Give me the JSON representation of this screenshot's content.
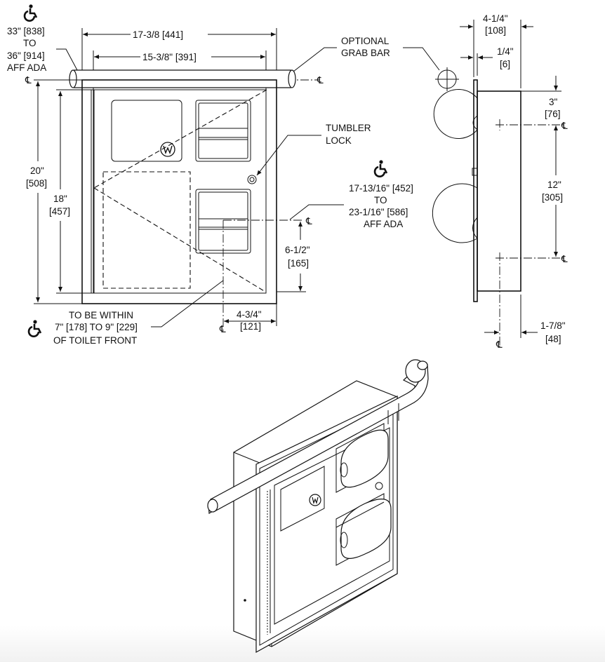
{
  "front_view": {
    "ada_height": [
      "33\" [838]",
      "TO",
      "36\" [914]",
      "AFF ADA"
    ],
    "overall_width": "17-3/8 [441]",
    "inner_width": "15-3/8\" [391]",
    "grab_bar_label": [
      "OPTIONAL",
      "GRAB BAR"
    ],
    "overall_height": [
      "20\"",
      "[508]"
    ],
    "inner_height": [
      "18\"",
      "[457]"
    ],
    "tumbler_lock_label": [
      "TUMBLER",
      "LOCK"
    ],
    "roll_height_ada": [
      "17-13/16\" [452]",
      "TO",
      "23-1/16\" [586]",
      "AFF ADA"
    ],
    "roll_offset_vertical": [
      "6-1/2\"",
      "[165]"
    ],
    "roll_offset_horizontal": [
      "4-3/4\"",
      "[121]"
    ],
    "toilet_note": [
      "TO BE WITHIN",
      "7\" [178] TO 9\" [229]",
      "OF TOILET FRONT"
    ],
    "centerline_symbol": "℄"
  },
  "side_view": {
    "depth": [
      "4-1/4\"",
      "[108]"
    ],
    "flange": [
      "1/4\"",
      "[6]"
    ],
    "top_offset": [
      "3\"",
      "[76]"
    ],
    "roll_spacing": [
      "12\"",
      "[305]"
    ],
    "roll_projection": [
      "1-7/8\"",
      "[48]"
    ]
  },
  "icons": {
    "accessibility": "wheelchair-icon",
    "logo": "brand-logo-icon"
  }
}
